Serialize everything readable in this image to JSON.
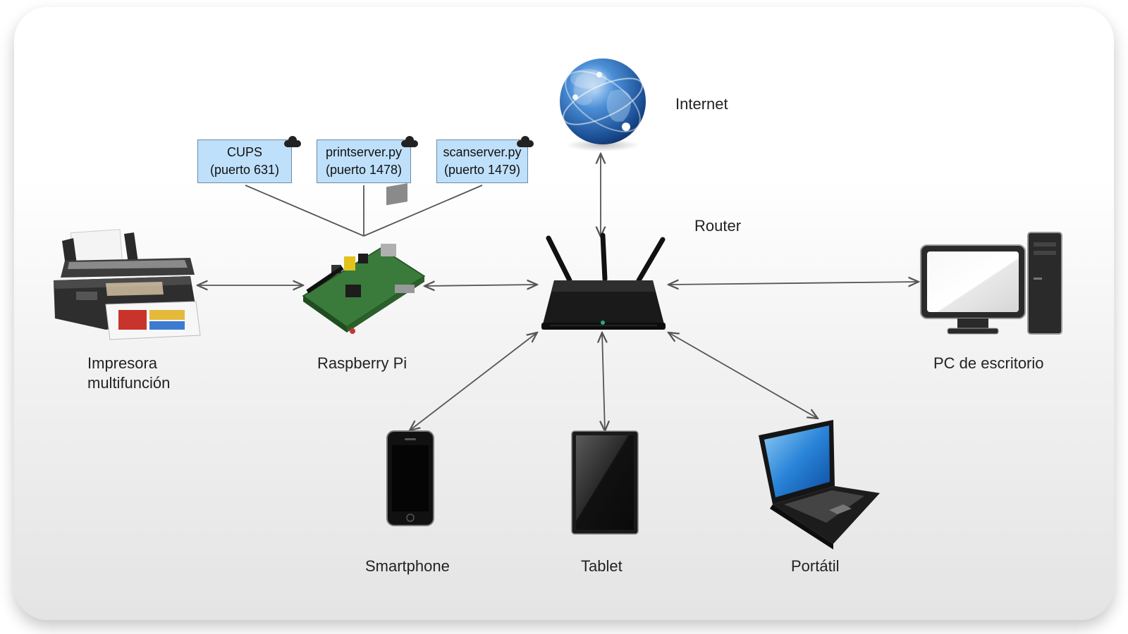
{
  "nodes": {
    "internet": "Internet",
    "router": "Router",
    "printer": [
      "Impresora",
      "multifunción"
    ],
    "raspberry": "Raspberry Pi",
    "desktop": "PC de escritorio",
    "smartphone": "Smartphone",
    "tablet": "Tablet",
    "laptop": "Portátil"
  },
  "services": [
    {
      "name": "CUPS",
      "port": "(puerto 631)"
    },
    {
      "name": "printserver.py",
      "port": "(puerto 1478)"
    },
    {
      "name": "scanserver.py",
      "port": "(puerto 1479)"
    }
  ],
  "colors": {
    "service_box": "#bfe0fb",
    "link": "#555555"
  },
  "icons": [
    "globe-icon",
    "router-icon",
    "printer-icon",
    "raspberry-pi-icon",
    "desktop-pc-icon",
    "smartphone-icon",
    "tablet-icon",
    "laptop-icon",
    "cloud-icon"
  ]
}
